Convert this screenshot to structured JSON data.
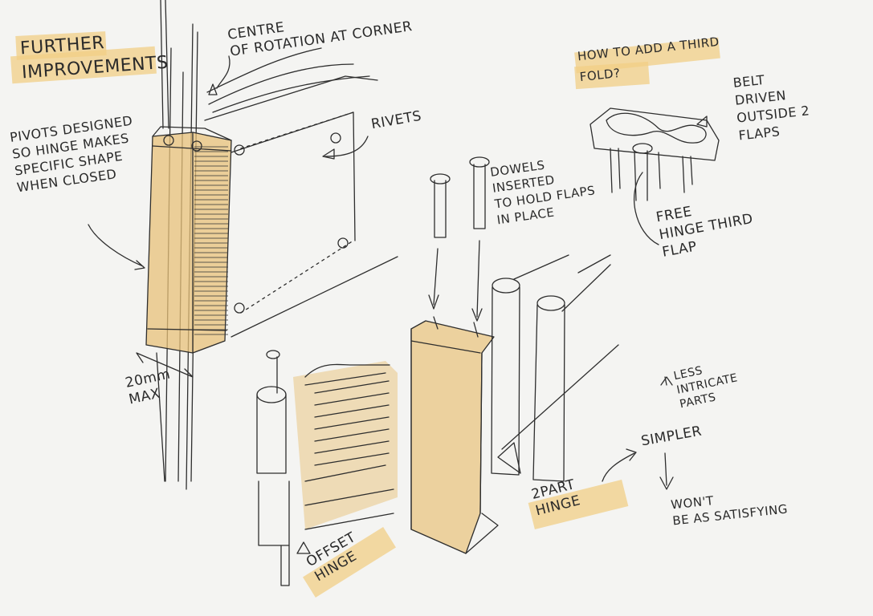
{
  "sketch": {
    "title": "FURTHER\nIMPROVEMENTS",
    "notes": {
      "centre_rotation": "CENTRE\nOF ROTATION AT CORNER",
      "pivots": "PIVOTS DESIGNED\nSO HINGE MAKES\nSPECIFIC SHAPE\nWHEN CLOSED",
      "rivets": "RIVETS",
      "dimension": "20mm\nMAX",
      "dowels": "DOWELS\nINSERTED\nTO HOLD FLAPS\nIN PLACE",
      "third_fold": "HOW TO ADD A THIRD\nFOLD?",
      "belt": "BELT\nDRIVEN\nOUTSIDE 2\nFLAPS",
      "free_hinge": "FREE\nHINGE THIRD\nFLAP",
      "offset_hinge": "OFFSET\nHINGE",
      "two_part": "2PART\nHINGE",
      "less_intricate": "LESS\nINTRICATE\nPARTS",
      "simpler": "SIMPLER",
      "wont": "WON'T\nBE AS SATISFYING"
    },
    "colors": {
      "marker": "#f2cf86",
      "ink": "#2a2a2a",
      "paper": "#f4f4f2"
    }
  }
}
